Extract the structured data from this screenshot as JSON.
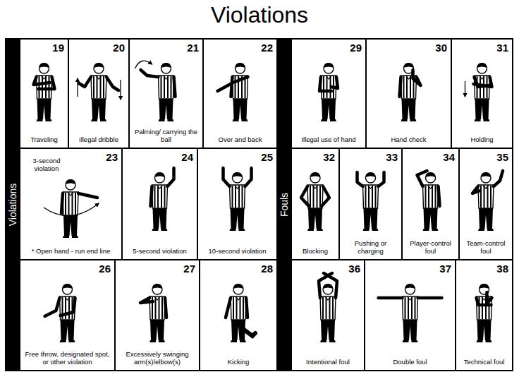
{
  "diagram": {
    "title": "Violations",
    "nodes": [
      {
        "text": [
          "Violations"
        ]
      },
      {
        "text": [
          "19",
          "Traveling"
        ]
      },
      {
        "text": [
          "20",
          "Illegal dribble"
        ]
      },
      {
        "text": [
          "21",
          "Palming/ carrying the ball"
        ]
      },
      {
        "text": [
          "22",
          "Over and back"
        ]
      },
      {
        "text": [
          "23",
          "3-second violation",
          "* Open hand - run end line"
        ]
      },
      {
        "text": [
          "24",
          "5-second violation"
        ]
      },
      {
        "text": [
          "25",
          "10-second violation"
        ]
      },
      {
        "text": [
          "26",
          "Free throw, designated spot, or other violation"
        ]
      },
      {
        "text": [
          "27",
          "Excessively swinging arm(s)/elbow(s)"
        ]
      },
      {
        "text": [
          "28",
          "Kicking"
        ]
      },
      {
        "text": [
          "Fouls"
        ]
      },
      {
        "text": [
          "29",
          "Illegal use of hand"
        ]
      },
      {
        "text": [
          "30",
          "Hand check"
        ]
      },
      {
        "text": [
          "31",
          "Holding"
        ]
      },
      {
        "text": [
          "32",
          "Blocking"
        ]
      },
      {
        "text": [
          "33",
          "Pushing or charging"
        ]
      },
      {
        "text": [
          "34",
          "Player-control foul"
        ]
      },
      {
        "text": [
          "35",
          "Team-control foul"
        ]
      },
      {
        "text": [
          "36",
          "Intentional foul"
        ]
      },
      {
        "text": [
          "37",
          "Double foul"
        ]
      },
      {
        "text": [
          "38",
          "Technical foul"
        ]
      }
    ]
  }
}
